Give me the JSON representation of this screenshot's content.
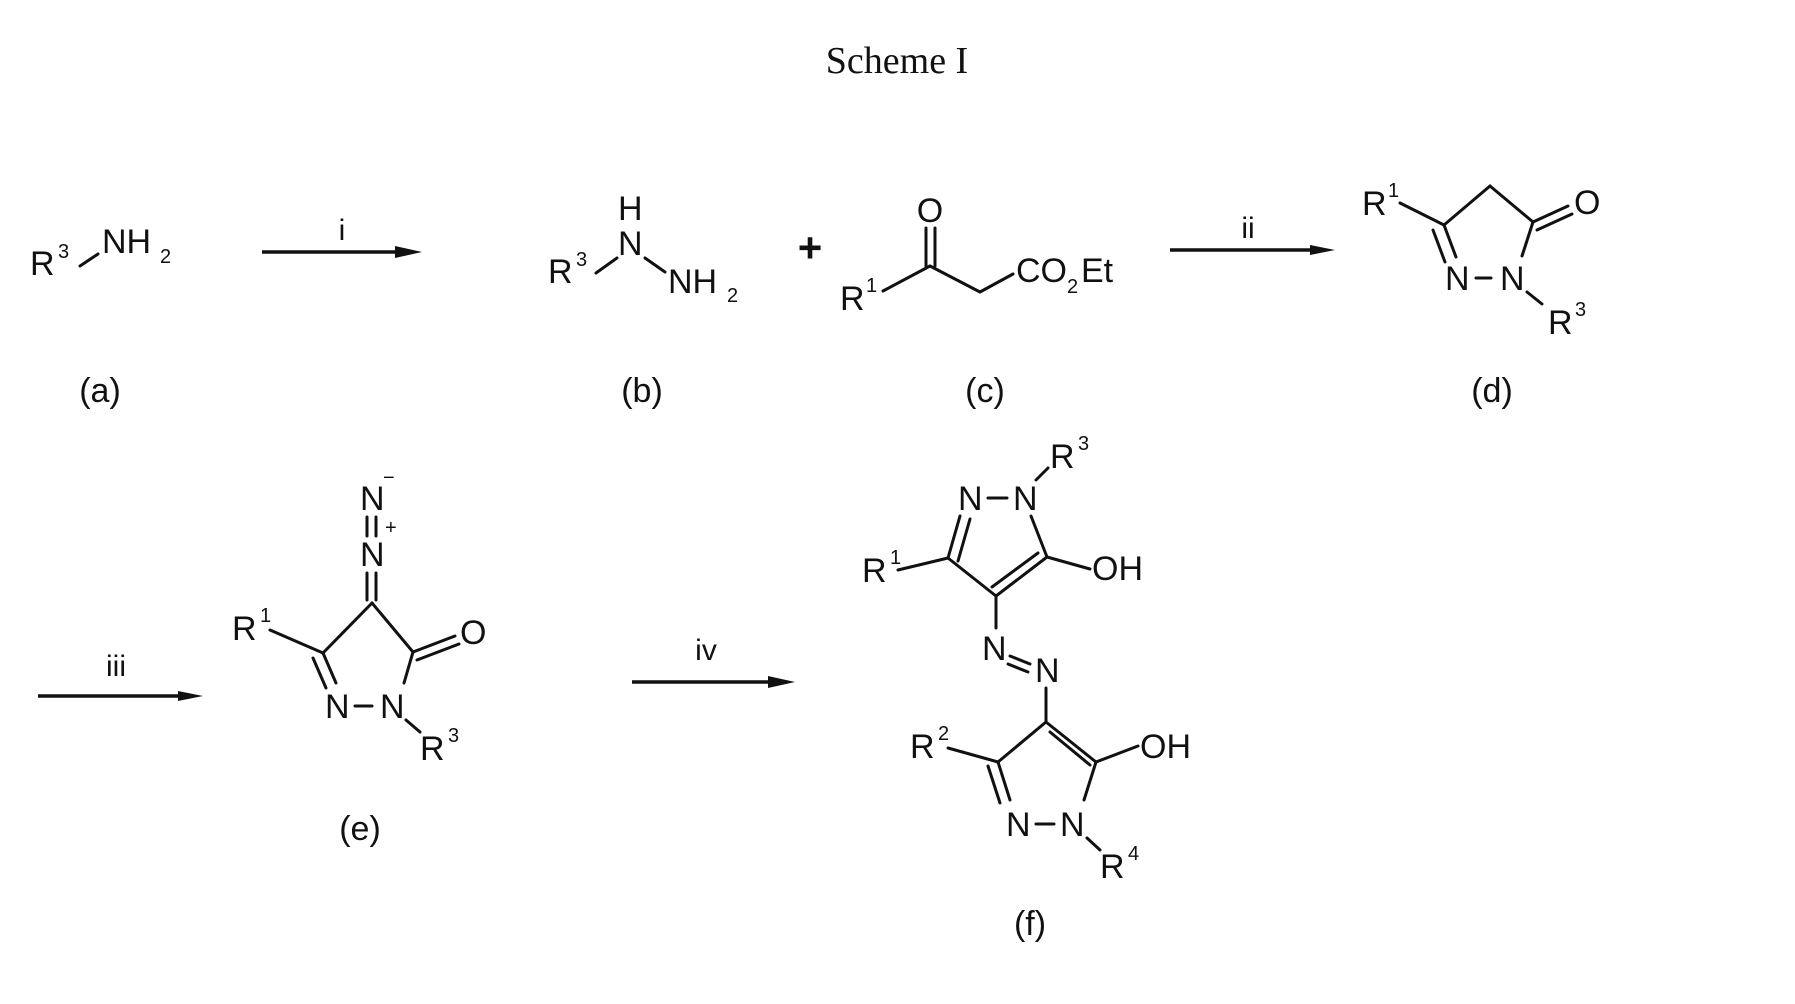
{
  "title": "Scheme I",
  "reagents": {
    "i": "i",
    "ii": "ii",
    "iii": "iii",
    "iv": "iv",
    "plus": "+"
  },
  "compound_labels": {
    "a": "(a)",
    "b": "(b)",
    "c": "(c)",
    "d": "(d)",
    "e": "(e)",
    "f": "(f)"
  },
  "atoms": {
    "R": "R",
    "N": "N",
    "H": "H",
    "O": "O",
    "NH": "NH",
    "CO": "CO",
    "Et": "Et",
    "OH": "OH",
    "sup1": "1",
    "sup2": "2",
    "sup3": "3",
    "sup4": "4",
    "sub2": "2",
    "minus": "−",
    "plus_charge": "+"
  }
}
